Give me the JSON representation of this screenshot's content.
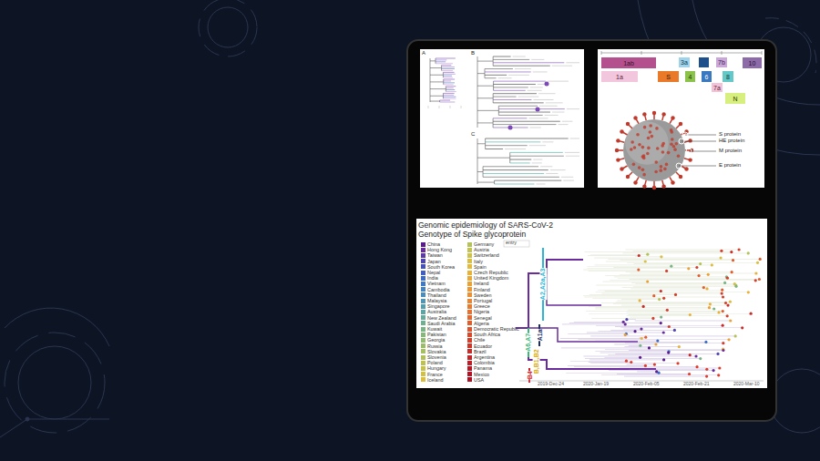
{
  "diagram": {
    "title": "Genomic epidemiology of SARS-CoV-2",
    "nodes": [
      {
        "text": [
          "1ab"
        ]
      },
      {
        "text": [
          "3a"
        ]
      },
      {
        "text": [
          "7b"
        ]
      },
      {
        "text": [
          "10"
        ]
      },
      {
        "text": [
          "1a"
        ]
      },
      {
        "text": [
          "S"
        ]
      },
      {
        "text": [
          "4"
        ]
      },
      {
        "text": [
          "6"
        ]
      },
      {
        "text": [
          "8"
        ]
      },
      {
        "text": [
          "7a"
        ]
      },
      {
        "text": [
          "N"
        ]
      }
    ],
    "labels": [
      "A",
      "B",
      "C",
      "S protein",
      "HE protein",
      "M protein",
      "E protein",
      "Genotype of Spike glycoprotein",
      "entry",
      "A2,A2a,A3",
      "A1a",
      "A6,A7",
      "B,B1,B2",
      "B4",
      "2019-Dec-24",
      "2020-Jan-19",
      "2020-Feb-05",
      "2020-Feb-21",
      "2020-Mar-10"
    ],
    "legend": [
      {
        "text": "China",
        "color": "#5b1a8e"
      },
      {
        "text": "Hong Kong",
        "color": "#6a2c9c"
      },
      {
        "text": "Taiwan",
        "color": "#5e3aa8"
      },
      {
        "text": "Japan",
        "color": "#4f46b3"
      },
      {
        "text": "South Korea",
        "color": "#4652bb"
      },
      {
        "text": "Nepal",
        "color": "#3f5fc2"
      },
      {
        "text": "India",
        "color": "#3d6cc6"
      },
      {
        "text": "Vietnam",
        "color": "#3f78c6"
      },
      {
        "text": "Cambodia",
        "color": "#4383c2"
      },
      {
        "text": "Thailand",
        "color": "#488dbd"
      },
      {
        "text": "Malaysia",
        "color": "#4e96b6"
      },
      {
        "text": "Singapore",
        "color": "#559eae"
      },
      {
        "text": "Australia",
        "color": "#5da5a5"
      },
      {
        "text": "New Zealand",
        "color": "#66ab9b"
      },
      {
        "text": "Saudi Arabia",
        "color": "#70b090"
      },
      {
        "text": "Kuwait",
        "color": "#7ab485"
      },
      {
        "text": "Pakistan",
        "color": "#85b87b"
      },
      {
        "text": "Georgia",
        "color": "#90bb71"
      },
      {
        "text": "Russia",
        "color": "#9bbd68"
      },
      {
        "text": "Slovakia",
        "color": "#a6bf60"
      },
      {
        "text": "Slovenia",
        "color": "#b1c058"
      },
      {
        "text": "Poland",
        "color": "#bcc151"
      },
      {
        "text": "Hungary",
        "color": "#c6c14b"
      },
      {
        "text": "France",
        "color": "#d0c045"
      },
      {
        "text": "Iceland",
        "color": "#d9be40"
      },
      {
        "text": "Germany",
        "color": "#b5c25a"
      },
      {
        "text": "Austria",
        "color": "#c2c352"
      },
      {
        "text": "Switzerland",
        "color": "#cfc24b"
      },
      {
        "text": "Italy",
        "color": "#dbbf44"
      },
      {
        "text": "Spain",
        "color": "#e3b93e"
      },
      {
        "text": "Czech Republic",
        "color": "#e8b13a"
      },
      {
        "text": "United Kingdom",
        "color": "#eaa936"
      },
      {
        "text": "Ireland",
        "color": "#eca135"
      },
      {
        "text": "Finland",
        "color": "#ec9834"
      },
      {
        "text": "Sweden",
        "color": "#ec8f33"
      },
      {
        "text": "Portugal",
        "color": "#eb8532"
      },
      {
        "text": "Greece",
        "color": "#e97b31"
      },
      {
        "text": "Nigeria",
        "color": "#e77130"
      },
      {
        "text": "Senegal",
        "color": "#e4672f"
      },
      {
        "text": "Algeria",
        "color": "#e05d2e"
      },
      {
        "text": "Democratic Republic",
        "color": "#dc532d"
      },
      {
        "text": "South Africa",
        "color": "#d8492c"
      },
      {
        "text": "Chile",
        "color": "#d33f2b"
      },
      {
        "text": "Ecuador",
        "color": "#ce362a"
      },
      {
        "text": "Brazil",
        "color": "#c92d29"
      },
      {
        "text": "Argentina",
        "color": "#c42528"
      },
      {
        "text": "Colombia",
        "color": "#be1e27"
      },
      {
        "text": "Panama",
        "color": "#b81826"
      },
      {
        "text": "Mexico",
        "color": "#b21425"
      },
      {
        "text": "USA",
        "color": "#ac1124"
      }
    ]
  }
}
